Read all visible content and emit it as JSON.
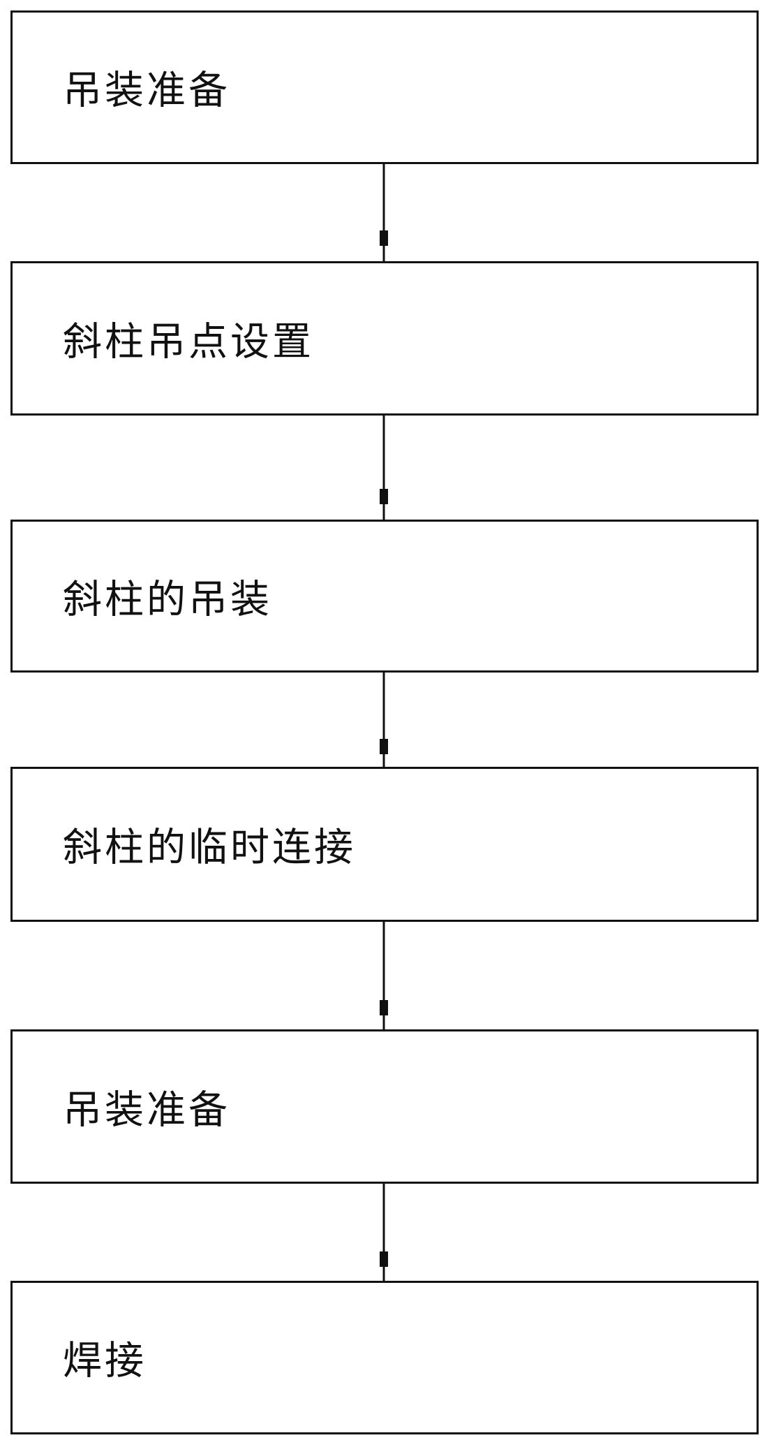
{
  "flowchart": {
    "steps": [
      {
        "label": "吊装准备"
      },
      {
        "label": "斜柱吊点设置"
      },
      {
        "label": "斜柱的吊装"
      },
      {
        "label": "斜柱的临时连接"
      },
      {
        "label": "吊装准备"
      },
      {
        "label": "焊接"
      }
    ]
  }
}
